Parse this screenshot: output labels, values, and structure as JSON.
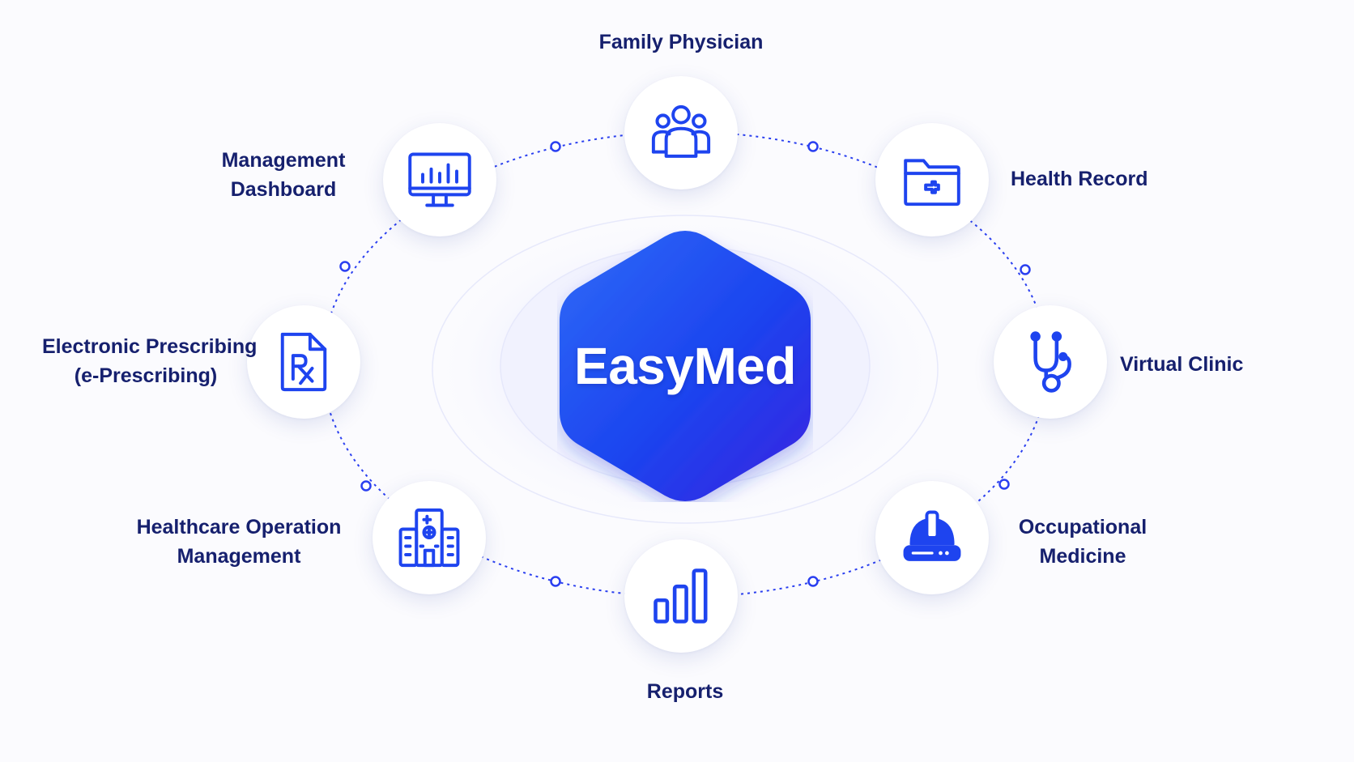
{
  "colors": {
    "accent": "#1e44ef",
    "accent_deep": "#3a22e0",
    "text": "#16206e",
    "background": "#fbfbfe",
    "node": "#ffffff"
  },
  "hub": {
    "title": "EasyMed"
  },
  "modules": [
    {
      "id": "family-physician",
      "icon": "people-group-icon",
      "lines": [
        "Family Physician"
      ]
    },
    {
      "id": "health-record",
      "icon": "medical-folder-icon",
      "lines": [
        "Health Record"
      ]
    },
    {
      "id": "virtual-clinic",
      "icon": "stethoscope-icon",
      "lines": [
        "Virtual Clinic"
      ]
    },
    {
      "id": "occupational-medicine",
      "icon": "hard-hat-icon",
      "lines": [
        "Occupational",
        "Medicine"
      ]
    },
    {
      "id": "reports",
      "icon": "bar-chart-icon",
      "lines": [
        "Reports"
      ]
    },
    {
      "id": "healthcare-operation-management",
      "icon": "hospital-building-icon",
      "lines": [
        "Healthcare Operation",
        "Management"
      ]
    },
    {
      "id": "electronic-prescribing",
      "icon": "prescription-document-icon",
      "lines": [
        "Electronic Prescribing",
        "(e-Prescribing)"
      ]
    },
    {
      "id": "management-dashboard",
      "icon": "monitor-chart-icon",
      "lines": [
        "Management",
        "Dashboard"
      ]
    }
  ]
}
